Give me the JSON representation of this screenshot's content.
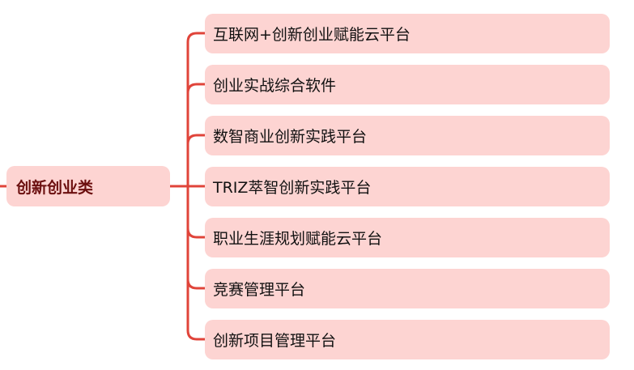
{
  "mindmap": {
    "root": {
      "label": "创新创业类"
    },
    "children": [
      {
        "label": "互联网+创新创业赋能云平台"
      },
      {
        "label": "创业实战综合软件"
      },
      {
        "label": "数智商业创新实践平台"
      },
      {
        "label": "TRIZ萃智创新实践平台"
      },
      {
        "label": "职业生涯规划赋能云平台"
      },
      {
        "label": "竞赛管理平台"
      },
      {
        "label": "创新项目管理平台"
      }
    ]
  },
  "colors": {
    "node_fill": "#fdd4d2",
    "connector": "#e0443a",
    "root_text": "#6b0f0f",
    "child_text": "#111111"
  }
}
